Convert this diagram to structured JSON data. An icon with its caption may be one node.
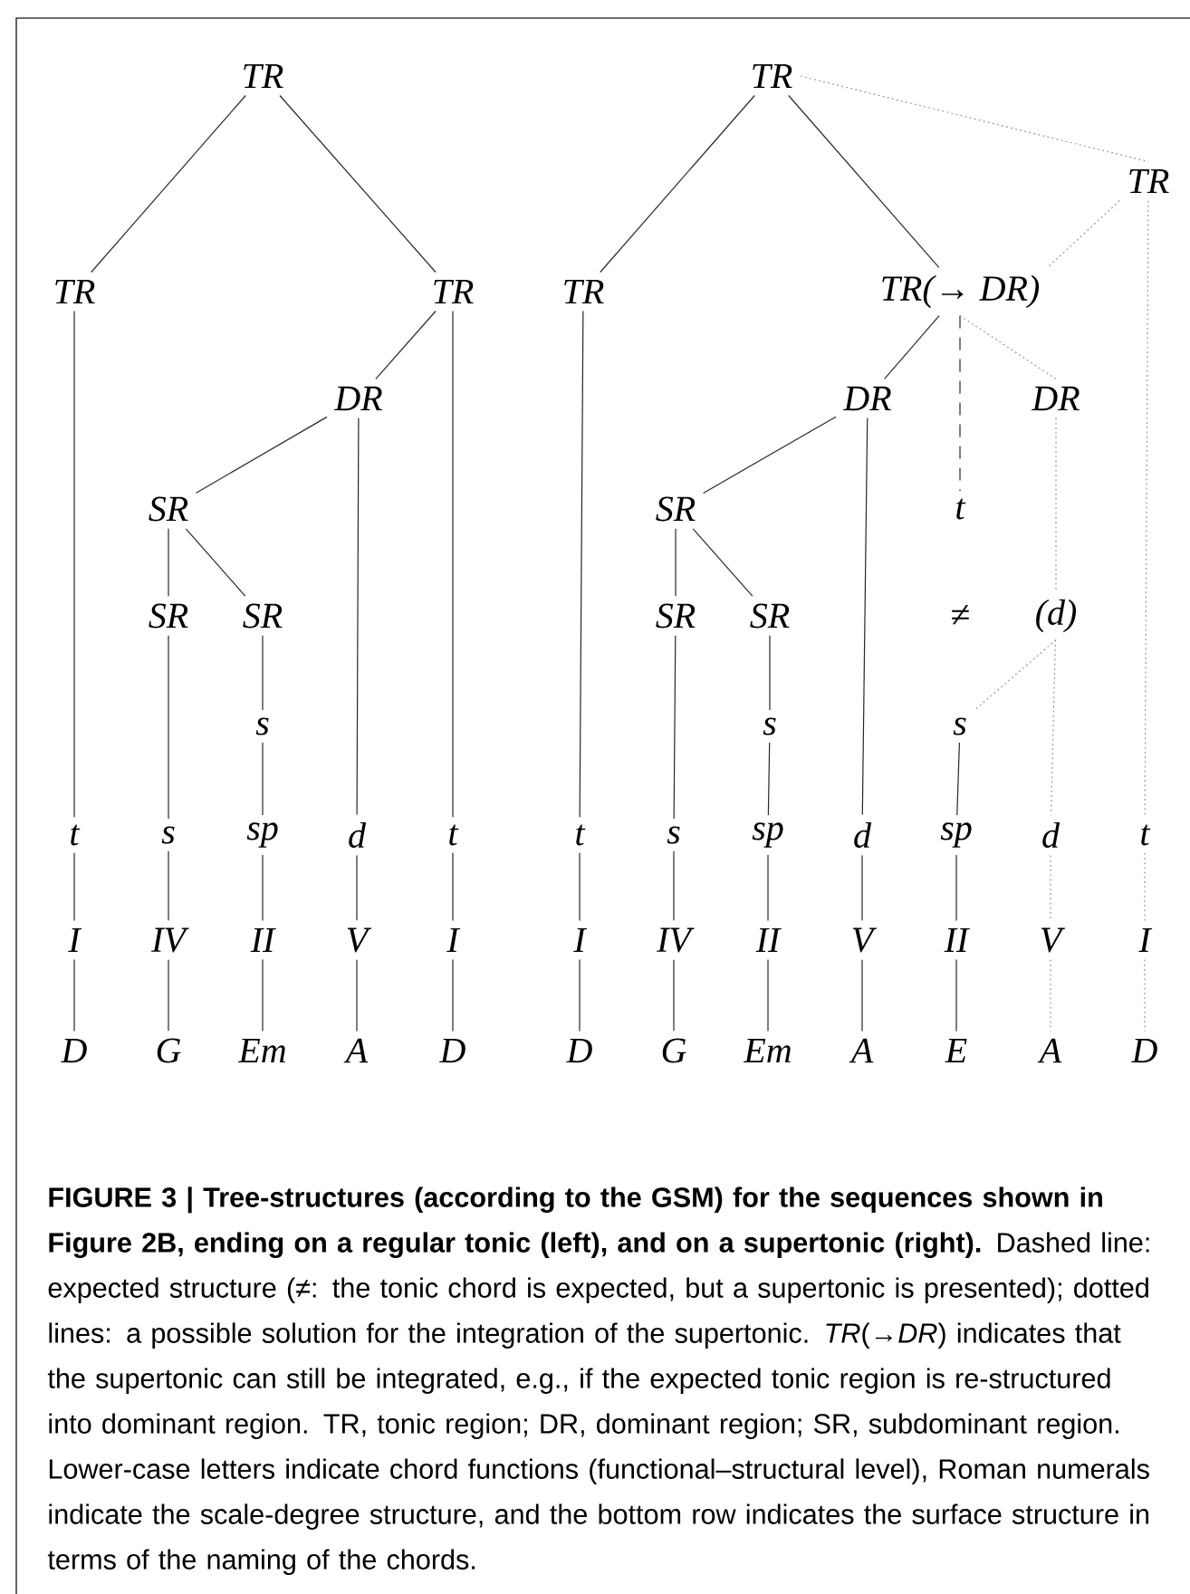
{
  "diagram": {
    "caption": "**FIGURE 3 | Tree-structures (according to the GSM) for the sequences shown in Figure 2B, ending on a regular tonic (left), and on a supertonic (right).** Dashed line: expected structure (≠: the tonic chord is expected, but a supertonic is presented); dotted lines: a possible solution for the integration of the supertonic. *TR*(→*DR*) indicates that the supertonic can still be integrated, e.g., if the expected tonic region is re-structured into dominant region. TR, tonic region; DR, dominant region; SR, subdominant region. Lower-case letters indicate chord functions (functional–structural level), Roman numerals indicate the scale-degree structure, and the bottom row indicates the surface structure in terms of the naming of the chords.",
    "nodes": [
      {
        "text": [
          "TR"
        ]
      },
      {
        "text": [
          "TR"
        ]
      },
      {
        "text": [
          "TR"
        ]
      },
      {
        "text": [
          "DR"
        ]
      },
      {
        "text": [
          "SR"
        ]
      },
      {
        "text": [
          "SR"
        ]
      },
      {
        "text": [
          "SR"
        ]
      },
      {
        "text": [
          "s"
        ]
      },
      {
        "text": [
          "t"
        ]
      },
      {
        "text": [
          "s"
        ]
      },
      {
        "text": [
          "sp"
        ]
      },
      {
        "text": [
          "d"
        ]
      },
      {
        "text": [
          "t"
        ]
      },
      {
        "text": [
          "I"
        ]
      },
      {
        "text": [
          "IV"
        ]
      },
      {
        "text": [
          "II"
        ]
      },
      {
        "text": [
          "V"
        ]
      },
      {
        "text": [
          "I"
        ]
      },
      {
        "text": [
          "D"
        ]
      },
      {
        "text": [
          "G"
        ]
      },
      {
        "text": [
          "Em"
        ]
      },
      {
        "text": [
          "A"
        ]
      },
      {
        "text": [
          "D"
        ]
      },
      {
        "text": [
          "TR"
        ]
      },
      {
        "text": [
          "TR"
        ]
      },
      {
        "text": [
          "TR(→ DR)"
        ]
      },
      {
        "text": [
          "TR"
        ]
      },
      {
        "text": [
          "DR"
        ]
      },
      {
        "text": [
          "DR"
        ]
      },
      {
        "text": [
          "SR"
        ]
      },
      {
        "text": [
          "t"
        ]
      },
      {
        "text": [
          "SR"
        ]
      },
      {
        "text": [
          "SR"
        ]
      },
      {
        "text": [
          "≠"
        ]
      },
      {
        "text": [
          "(d)"
        ]
      },
      {
        "text": [
          "s"
        ]
      },
      {
        "text": [
          "s"
        ]
      },
      {
        "text": [
          "t"
        ]
      },
      {
        "text": [
          "s"
        ]
      },
      {
        "text": [
          "sp"
        ]
      },
      {
        "text": [
          "d"
        ]
      },
      {
        "text": [
          "sp"
        ]
      },
      {
        "text": [
          "d"
        ]
      },
      {
        "text": [
          "t"
        ]
      },
      {
        "text": [
          "I"
        ]
      },
      {
        "text": [
          "IV"
        ]
      },
      {
        "text": [
          "II"
        ]
      },
      {
        "text": [
          "V"
        ]
      },
      {
        "text": [
          "II"
        ]
      },
      {
        "text": [
          "V"
        ]
      },
      {
        "text": [
          "I"
        ]
      },
      {
        "text": [
          "D"
        ]
      },
      {
        "text": [
          "G"
        ]
      },
      {
        "text": [
          "Em"
        ]
      },
      {
        "text": [
          "A"
        ]
      },
      {
        "text": [
          "E"
        ]
      },
      {
        "text": [
          "A"
        ]
      },
      {
        "text": [
          "D"
        ]
      }
    ],
    "edges": [
      {
        "from": 0,
        "to": 1,
        "arrow": "none"
      },
      {
        "from": 0,
        "to": 2,
        "arrow": "none"
      },
      {
        "from": 1,
        "to": 8,
        "arrow": "none"
      },
      {
        "from": 2,
        "to": 3,
        "arrow": "none"
      },
      {
        "from": 2,
        "to": 12,
        "arrow": "none"
      },
      {
        "from": 3,
        "to": 4,
        "arrow": "none"
      },
      {
        "from": 3,
        "to": 11,
        "arrow": "none"
      },
      {
        "from": 4,
        "to": 5,
        "arrow": "none"
      },
      {
        "from": 4,
        "to": 6,
        "arrow": "none"
      },
      {
        "from": 5,
        "to": 9,
        "arrow": "none"
      },
      {
        "from": 6,
        "to": 7,
        "arrow": "none"
      },
      {
        "from": 7,
        "to": 10,
        "arrow": "none"
      },
      {
        "from": 8,
        "to": 13,
        "arrow": "none"
      },
      {
        "from": 9,
        "to": 14,
        "arrow": "none"
      },
      {
        "from": 10,
        "to": 15,
        "arrow": "none"
      },
      {
        "from": 11,
        "to": 16,
        "arrow": "none"
      },
      {
        "from": 12,
        "to": 17,
        "arrow": "none"
      },
      {
        "from": 13,
        "to": 18,
        "arrow": "none"
      },
      {
        "from": 14,
        "to": 19,
        "arrow": "none"
      },
      {
        "from": 15,
        "to": 20,
        "arrow": "none"
      },
      {
        "from": 16,
        "to": 21,
        "arrow": "none"
      },
      {
        "from": 17,
        "to": 22,
        "arrow": "none"
      },
      {
        "from": 23,
        "to": 24,
        "arrow": "none"
      },
      {
        "from": 23,
        "to": 25,
        "arrow": "none"
      },
      {
        "from": 23,
        "to": 26,
        "arrow": "none",
        "style": "dashed",
        "color": "#999999"
      },
      {
        "from": 24,
        "to": 37,
        "arrow": "none"
      },
      {
        "from": 26,
        "to": 25,
        "arrow": "none",
        "style": "dashed",
        "color": "#999999"
      },
      {
        "from": 26,
        "to": 43,
        "arrow": "none",
        "style": "dashed",
        "color": "#999999"
      },
      {
        "from": 25,
        "to": 27,
        "arrow": "none"
      },
      {
        "from": 25,
        "to": 30,
        "arrow": "none",
        "style": "dashed"
      },
      {
        "from": 25,
        "to": 28,
        "arrow": "none",
        "style": "dashed",
        "color": "#999999"
      },
      {
        "from": 27,
        "to": 29,
        "arrow": "none"
      },
      {
        "from": 27,
        "to": 40,
        "arrow": "none"
      },
      {
        "from": 29,
        "to": 31,
        "arrow": "none"
      },
      {
        "from": 29,
        "to": 32,
        "arrow": "none"
      },
      {
        "from": 31,
        "to": 38,
        "arrow": "none"
      },
      {
        "from": 32,
        "to": 35,
        "arrow": "none"
      },
      {
        "from": 35,
        "to": 39,
        "arrow": "none"
      },
      {
        "from": 28,
        "to": 34,
        "arrow": "none",
        "style": "dashed",
        "color": "#999999"
      },
      {
        "from": 34,
        "to": 42,
        "arrow": "none",
        "style": "dashed",
        "color": "#999999"
      },
      {
        "from": 34,
        "to": 36,
        "arrow": "none",
        "style": "dashed",
        "color": "#999999"
      },
      {
        "from": 36,
        "to": 41,
        "arrow": "none"
      },
      {
        "from": 37,
        "to": 44,
        "arrow": "none"
      },
      {
        "from": 38,
        "to": 45,
        "arrow": "none"
      },
      {
        "from": 39,
        "to": 46,
        "arrow": "none"
      },
      {
        "from": 40,
        "to": 47,
        "arrow": "none"
      },
      {
        "from": 41,
        "to": 48,
        "arrow": "none"
      },
      {
        "from": 42,
        "to": 49,
        "arrow": "none",
        "style": "dashed",
        "color": "#999999"
      },
      {
        "from": 43,
        "to": 50,
        "arrow": "none",
        "style": "dashed",
        "color": "#999999"
      },
      {
        "from": 44,
        "to": 51,
        "arrow": "none"
      },
      {
        "from": 45,
        "to": 52,
        "arrow": "none"
      },
      {
        "from": 46,
        "to": 53,
        "arrow": "none"
      },
      {
        "from": 47,
        "to": 54,
        "arrow": "none"
      },
      {
        "from": 48,
        "to": 55,
        "arrow": "none"
      },
      {
        "from": 49,
        "to": 56,
        "arrow": "none",
        "style": "dashed",
        "color": "#999999"
      },
      {
        "from": 50,
        "to": 57,
        "arrow": "none",
        "style": "dashed",
        "color": "#999999"
      }
    ]
  }
}
